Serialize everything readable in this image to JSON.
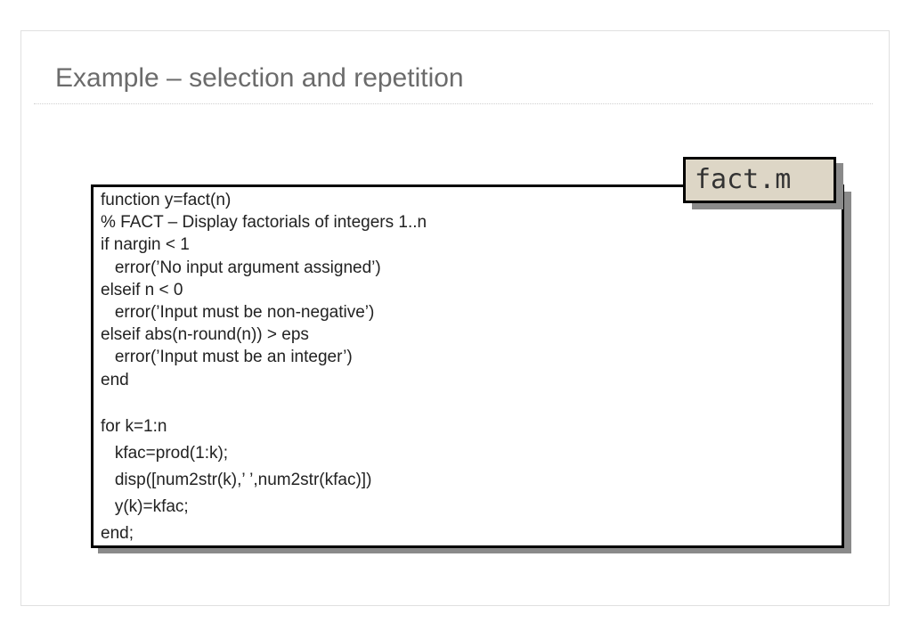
{
  "slide": {
    "title": "Example – selection and repetition"
  },
  "code_box": {
    "filename": "fact.m",
    "lines": [
      "function y=fact(n)",
      "% FACT – Display factorials of integers 1..n",
      "if nargin < 1",
      "   error(’No input argument assigned’)",
      "elseif n < 0",
      "   error(’Input must be non-negative’)",
      "elseif abs(n-round(n)) > eps",
      "   error(’Input must be an integer’)",
      "end",
      "",
      "for k=1:n",
      "   kfac=prod(1:k);",
      "   disp([num2str(k),’ ’,num2str(kfac)])",
      "   y(k)=kfac;",
      "end;"
    ]
  }
}
